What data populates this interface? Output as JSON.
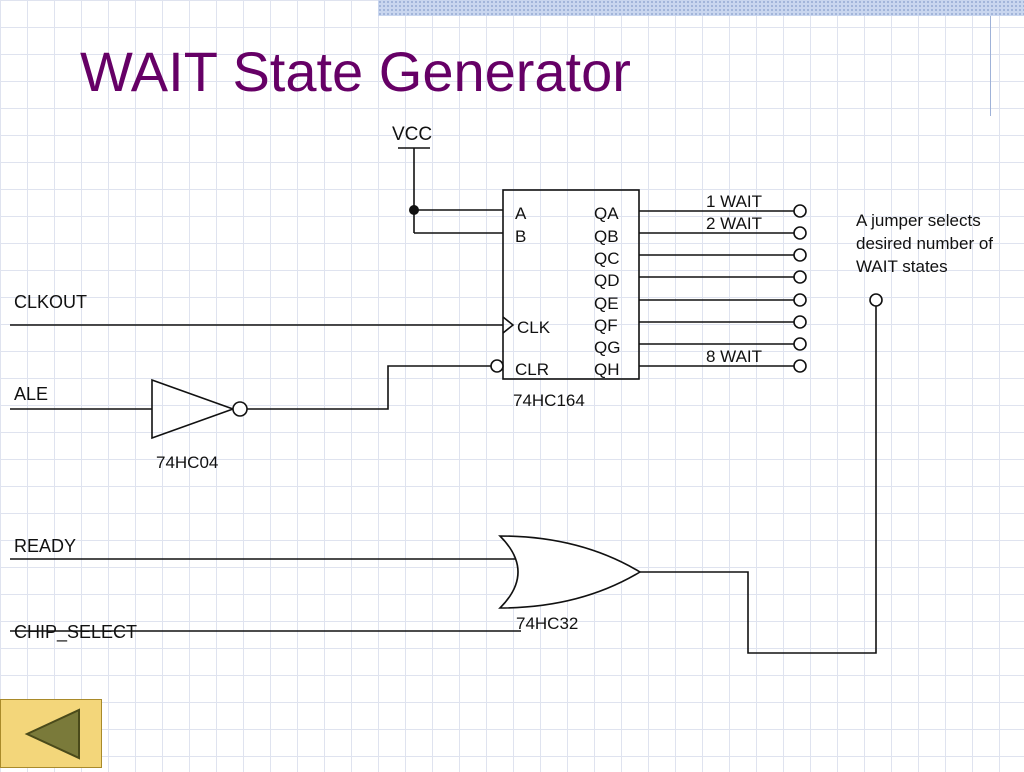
{
  "slide": {
    "title": "WAIT State Generator"
  },
  "diagram": {
    "vcc": "VCC",
    "inputs": {
      "clkout": "CLKOUT",
      "ale": "ALE",
      "ready": "READY",
      "chip_select": "CHIP_SELECT"
    },
    "shift_register": {
      "part": "74HC164",
      "pins_left": {
        "a": "A",
        "b": "B",
        "clk": "CLK",
        "clr": "CLR"
      },
      "pins_right": [
        "QA",
        "QB",
        "QC",
        "QD",
        "QE",
        "QF",
        "QG",
        "QH"
      ]
    },
    "inverter": {
      "part": "74HC04"
    },
    "or_gate": {
      "part": "74HC32"
    },
    "wait_labels": {
      "one": "1 WAIT",
      "two": "2 WAIT",
      "eight": "8 WAIT"
    },
    "jumper_note": [
      "A jumper selects",
      "desired number of",
      "WAIT states"
    ]
  },
  "navigation": {
    "back_icon": "left-triangle-icon"
  }
}
